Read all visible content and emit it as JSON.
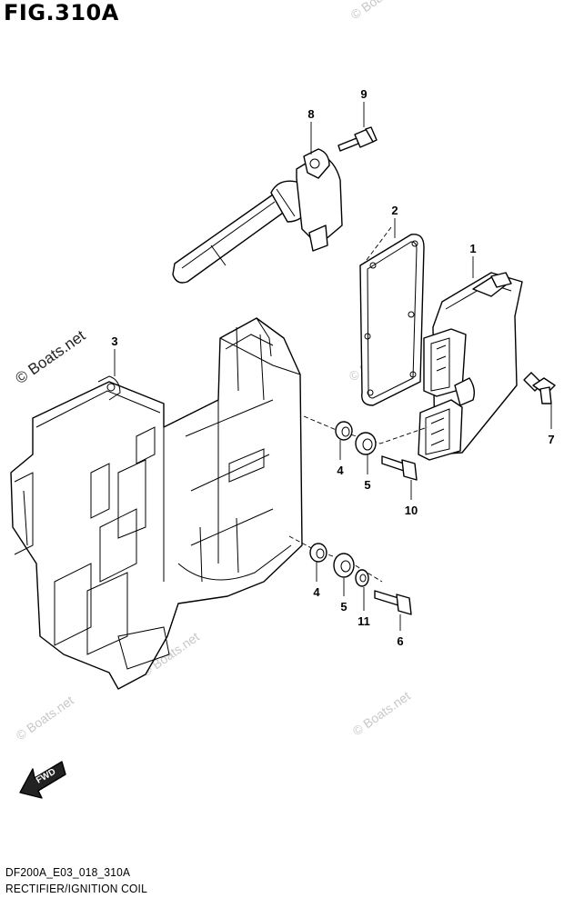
{
  "figure": {
    "title": "FIG.310A",
    "code": "DF200A_E03_018_310A",
    "caption": "RECTIFIER/IGNITION COIL"
  },
  "watermarks": [
    {
      "text": "© Boats.net",
      "style": "strong"
    },
    {
      "text": "© Boats.net",
      "style": "faint"
    },
    {
      "text": "© Boats.net",
      "style": "faint"
    },
    {
      "text": "© Boats.net",
      "style": "faint"
    },
    {
      "text": "© Boats.net",
      "style": "faint"
    },
    {
      "text": "© Boats.net",
      "style": "faint"
    }
  ],
  "fwd_label": "FWD",
  "callouts": [
    {
      "number": "1",
      "part": "rectifier"
    },
    {
      "number": "2",
      "part": "gasket"
    },
    {
      "number": "3",
      "part": "bracket"
    },
    {
      "number": "4",
      "part": "grommet"
    },
    {
      "number": "5",
      "part": "collar"
    },
    {
      "number": "10",
      "part": "bolt"
    },
    {
      "number": "4",
      "part": "grommet"
    },
    {
      "number": "5",
      "part": "collar"
    },
    {
      "number": "11",
      "part": "washer"
    },
    {
      "number": "6",
      "part": "bolt"
    },
    {
      "number": "7",
      "part": "bolt"
    },
    {
      "number": "8",
      "part": "ignition coil"
    },
    {
      "number": "9",
      "part": "bolt"
    }
  ]
}
